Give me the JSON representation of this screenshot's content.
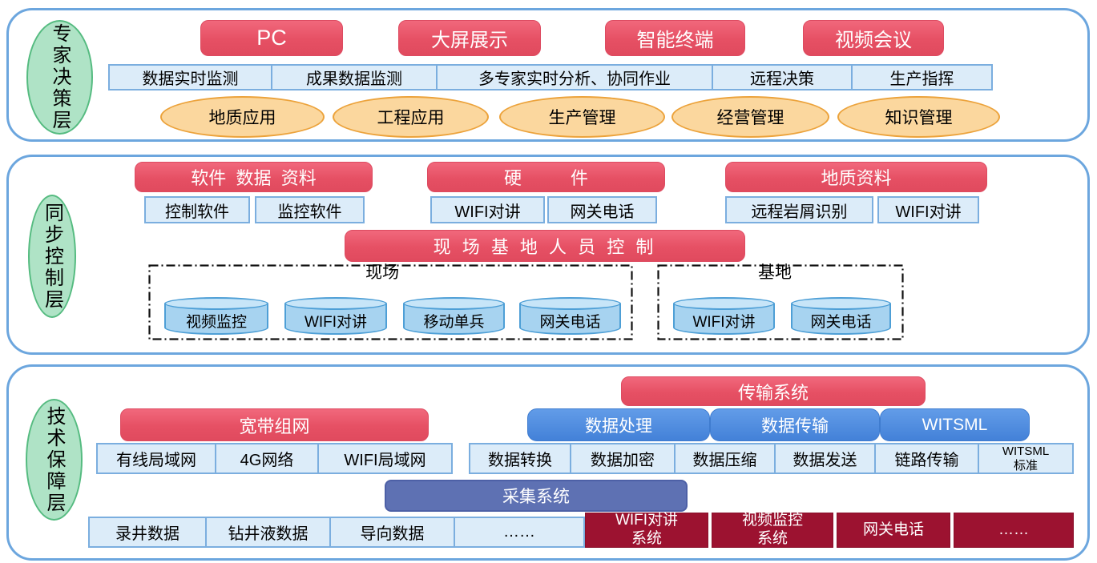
{
  "layers": {
    "expert": {
      "label": "专家决策层",
      "terminals": [
        "PC",
        "大屏展示",
        "智能终端",
        "视频会议"
      ],
      "functions": [
        "数据实时监测",
        "成果数据监测",
        "多专家实时分析、协同作业",
        "远程决策",
        "生产指挥"
      ],
      "applications": [
        "地质应用",
        "工程应用",
        "生产管理",
        "经营管理",
        "知识管理"
      ]
    },
    "sync": {
      "label": "同步控制层",
      "group_titles": [
        "软件  数据  资料",
        "硬          件",
        "地质资料"
      ],
      "group_items": [
        "控制软件",
        "监控软件",
        "WIFI对讲",
        "网关电话",
        "远程岩屑识别",
        "WIFI对讲"
      ],
      "control_title": "现 场 基 地 人 员 控 制",
      "site": {
        "label": "现场",
        "devices": [
          "视频监控",
          "WIFI对讲",
          "移动单兵",
          "网关电话"
        ]
      },
      "base": {
        "label": "基地",
        "devices": [
          "WIFI对讲",
          "网关电话"
        ]
      }
    },
    "tech": {
      "label": "技术保障层",
      "transmission_title": "传输系统",
      "broadband_title": "宽带组网",
      "modules": [
        "数据处理",
        "数据传输",
        "WITSML"
      ],
      "network_items": [
        "有线局域网",
        "4G网络",
        "WIFI局域网"
      ],
      "data_items": [
        "数据转换",
        "数据加密",
        "数据压缩",
        "数据发送",
        "链路传输",
        "WITSML\n标准"
      ],
      "collection_title": "采集系统",
      "sources": [
        "录井数据",
        "钻井液数据",
        "导向数据",
        "……"
      ],
      "systems": [
        "WIFI对讲\n系统",
        "视频监控\n系统",
        "网关电话",
        "……"
      ]
    }
  }
}
